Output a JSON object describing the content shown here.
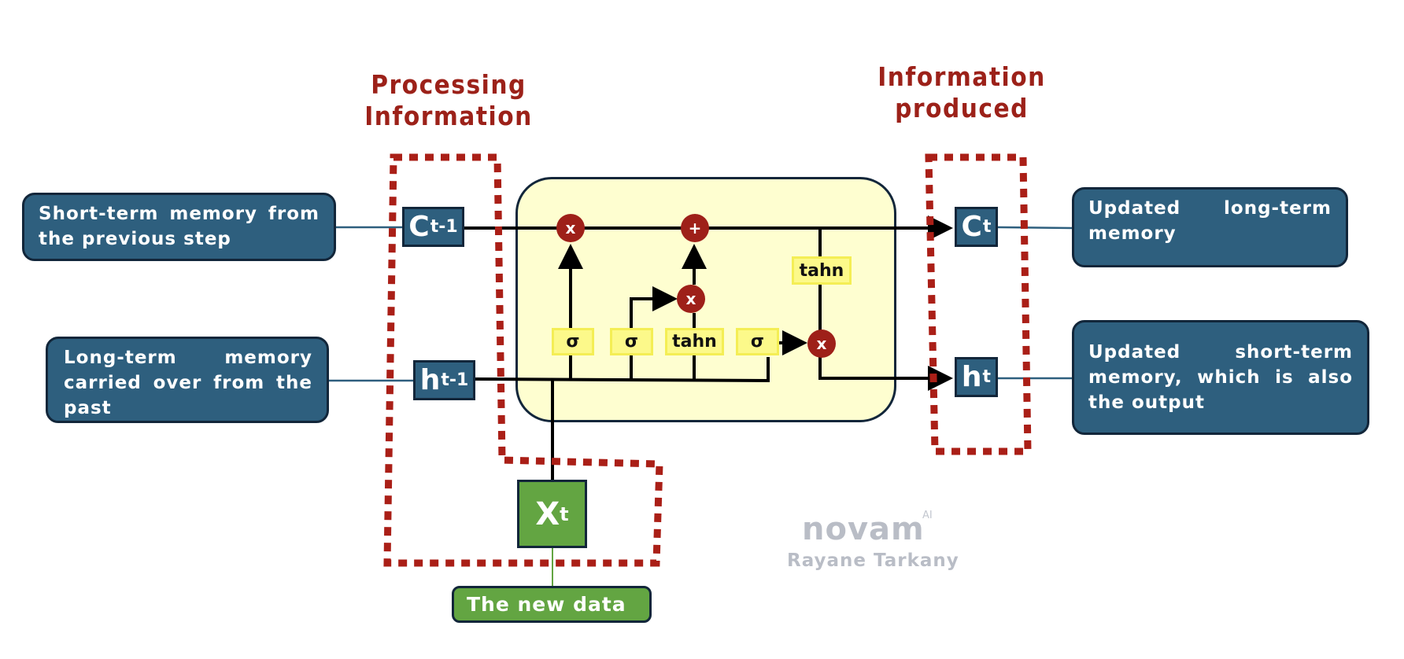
{
  "headings": {
    "processing": [
      "Processing",
      "Information"
    ],
    "produced": [
      "Information",
      "produced"
    ]
  },
  "inputs": {
    "short_term_note": "Short-term memory from the previous step",
    "long_term_note": "Long-term memory carried over from the past",
    "new_data_note": "The new data",
    "c_prev": {
      "base": "C",
      "sub": "t-1"
    },
    "h_prev": {
      "base": "h",
      "sub": "t-1"
    },
    "x_t": {
      "base": "X",
      "sub": "t"
    }
  },
  "outputs": {
    "long_term_note": "Updated long-term memory",
    "short_term_note": "Updated short-term memory, which is also the output",
    "c_t": {
      "base": "C",
      "sub": "t"
    },
    "h_t": {
      "base": "h",
      "sub": "t"
    }
  },
  "cell": {
    "operators": {
      "forget_multiply": "x",
      "add": "+",
      "input_multiply": "x",
      "output_multiply": "x"
    },
    "activations": {
      "forget_gate": "σ",
      "input_gate": "σ",
      "candidate": "tahn",
      "output_gate": "σ",
      "cell_output": "tahn"
    }
  },
  "watermark": {
    "brand": "novam",
    "brand_sup": "AI",
    "author": "Rayane Tarkany"
  },
  "colors": {
    "accent_red": "#9c2119",
    "note_blue": "#2e5f7e",
    "data_green": "#63a542",
    "cell_yellow": "#fefed0",
    "gate_yellow": "#fcf98a"
  }
}
